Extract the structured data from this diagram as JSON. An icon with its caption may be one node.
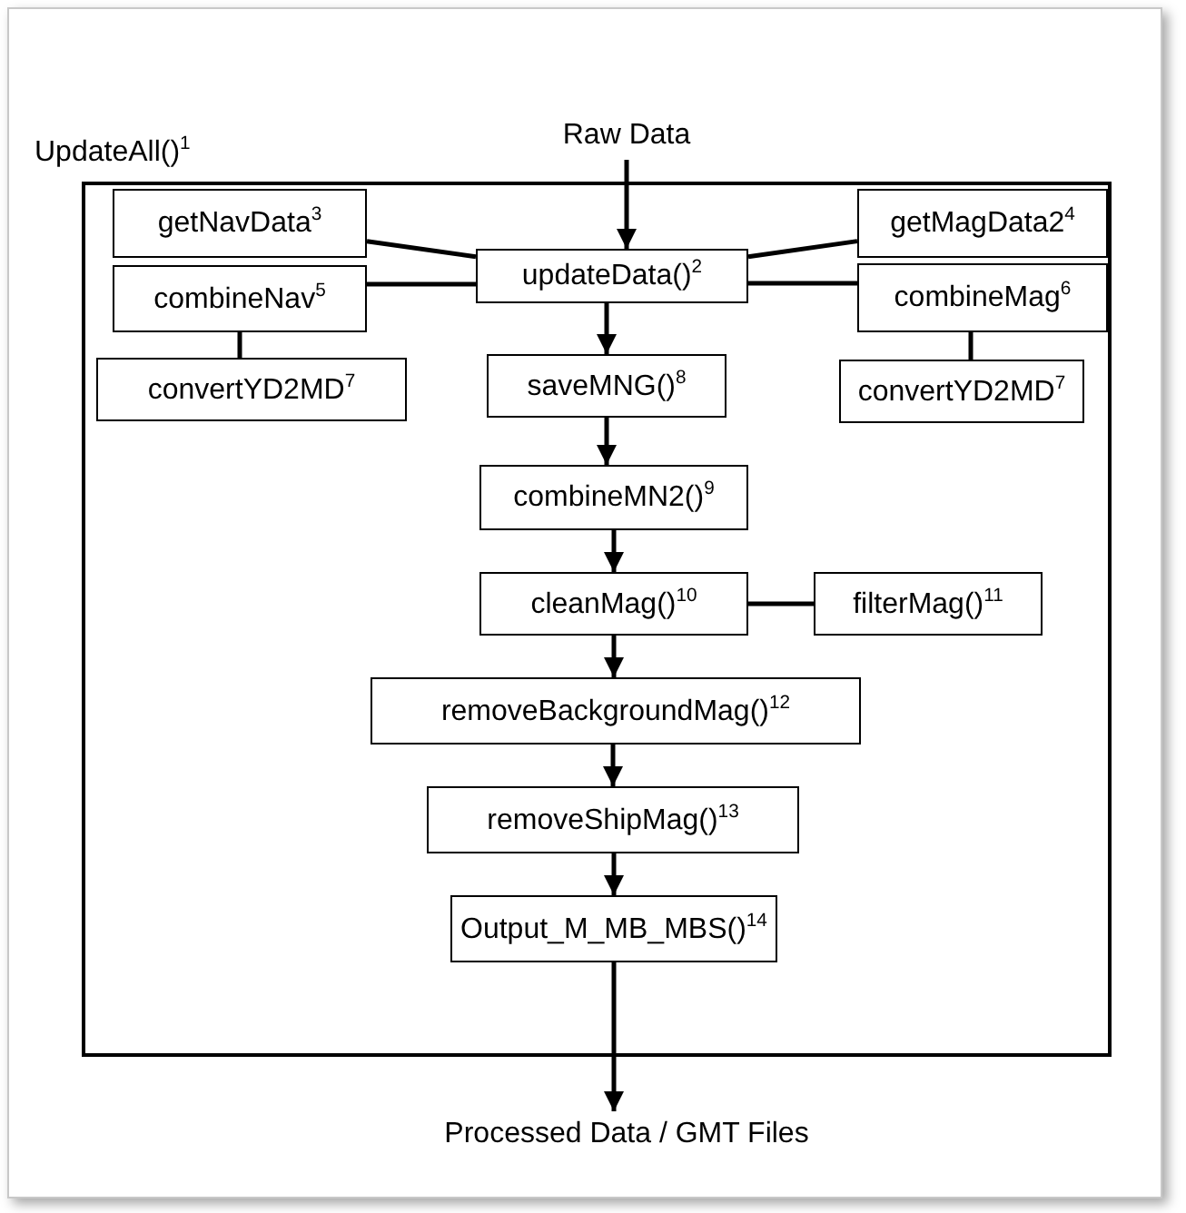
{
  "diagram": {
    "nodes": [
      {
        "text": [
          "UpdateAll()$^{1}$"
        ]
      },
      {
        "text": [
          "Raw Data"
        ]
      },
      {
        "text": [
          "getNavData$^{3}$"
        ],
        "in": 0
      },
      {
        "text": [
          "updateData()$^{2}$"
        ],
        "in": 0
      },
      {
        "text": [
          "getMagData2$^{4}$"
        ],
        "in": 0
      },
      {
        "text": [
          "combineNav$^{5}$"
        ],
        "in": 0
      },
      {
        "text": [
          "combineMag$^{6}$"
        ],
        "in": 0
      },
      {
        "text": [
          "convertYD2MD$^{7}$"
        ],
        "in": 0
      },
      {
        "text": [
          "saveMNG()$^{8}$"
        ],
        "in": 0
      },
      {
        "text": [
          "convertYD2MD$^{7}$"
        ],
        "in": 0
      },
      {
        "text": [
          "combineMN2()$^{9}$"
        ],
        "in": 0
      },
      {
        "text": [
          "cleanMag()$^{10}$"
        ],
        "in": 0
      },
      {
        "text": [
          "filterMag()$^{11}$"
        ],
        "in": 0
      },
      {
        "text": [
          "removeBackgroundMag()$^{12}$"
        ],
        "in": 0
      },
      {
        "text": [
          "removeShipMag()$^{13}$"
        ],
        "in": 0
      },
      {
        "text": [
          "Output_M_MB_MBS()$^{14}$"
        ],
        "in": 0
      },
      {
        "text": [
          "Processed Data / GMT Files"
        ]
      }
    ],
    "edges": [
      {
        "from": 1,
        "to": 3,
        "arrow": "to"
      },
      {
        "from": 2,
        "to": 3,
        "arrow": "none"
      },
      {
        "from": 5,
        "to": 3,
        "arrow": "none"
      },
      {
        "from": 3,
        "to": 4,
        "arrow": "none"
      },
      {
        "from": 3,
        "to": 6,
        "arrow": "none"
      },
      {
        "from": 5,
        "to": 7,
        "arrow": "none"
      },
      {
        "from": 6,
        "to": 9,
        "arrow": "none"
      },
      {
        "from": 3,
        "to": 8,
        "arrow": "to"
      },
      {
        "from": 8,
        "to": 10,
        "arrow": "to"
      },
      {
        "from": 10,
        "to": 11,
        "arrow": "to"
      },
      {
        "from": 11,
        "to": 12,
        "arrow": "none"
      },
      {
        "from": 11,
        "to": 13,
        "arrow": "to"
      },
      {
        "from": 13,
        "to": 14,
        "arrow": "to"
      },
      {
        "from": 14,
        "to": 15,
        "arrow": "to"
      },
      {
        "from": 15,
        "to": 16,
        "arrow": "to"
      }
    ]
  }
}
